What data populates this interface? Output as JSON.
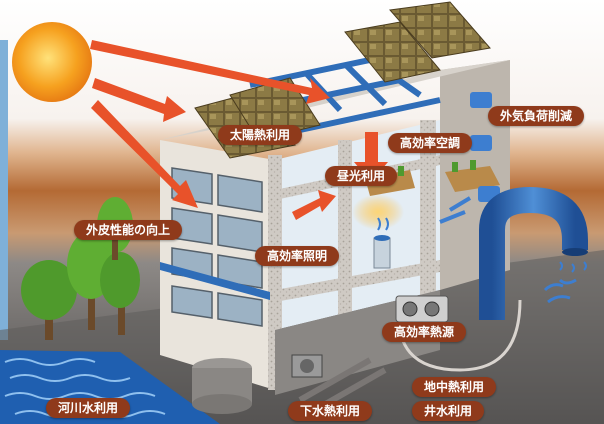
{
  "labels": {
    "solar_heat": "太陽熱利用",
    "daylight": "昼光利用",
    "hvac": "高効率空調",
    "outdoor_load": "外気負荷削減",
    "envelope": "外皮性能の向上",
    "lighting": "高効率照明",
    "heat_source": "高効率熱源",
    "geothermal": "地中熱利用",
    "well_water": "井水利用",
    "river_water": "河川水利用",
    "sewage_heat": "下水熱利用"
  },
  "colors": {
    "label_bg": "#8f3a1b",
    "arrow": "#e8522a",
    "sun": "#f6a11f",
    "sky_band": "#b66b35",
    "ground": "#6f6c6b",
    "water": "#2a67b8",
    "pipe": "#2f6db8"
  }
}
